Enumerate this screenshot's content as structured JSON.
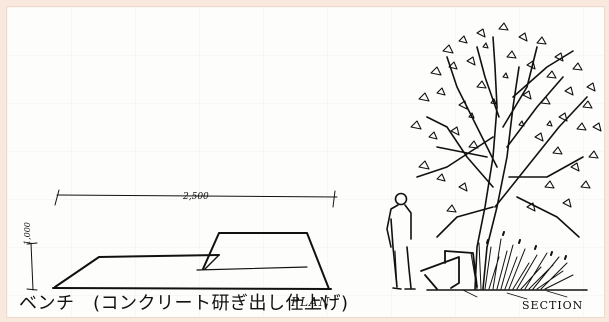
{
  "caption": "ベンチ　(コンクリート研ぎ出し仕上げ)",
  "labels": {
    "plan": "PLAN",
    "section": "SECTION",
    "width_dim": "2,500",
    "height_dim": "1,000"
  }
}
